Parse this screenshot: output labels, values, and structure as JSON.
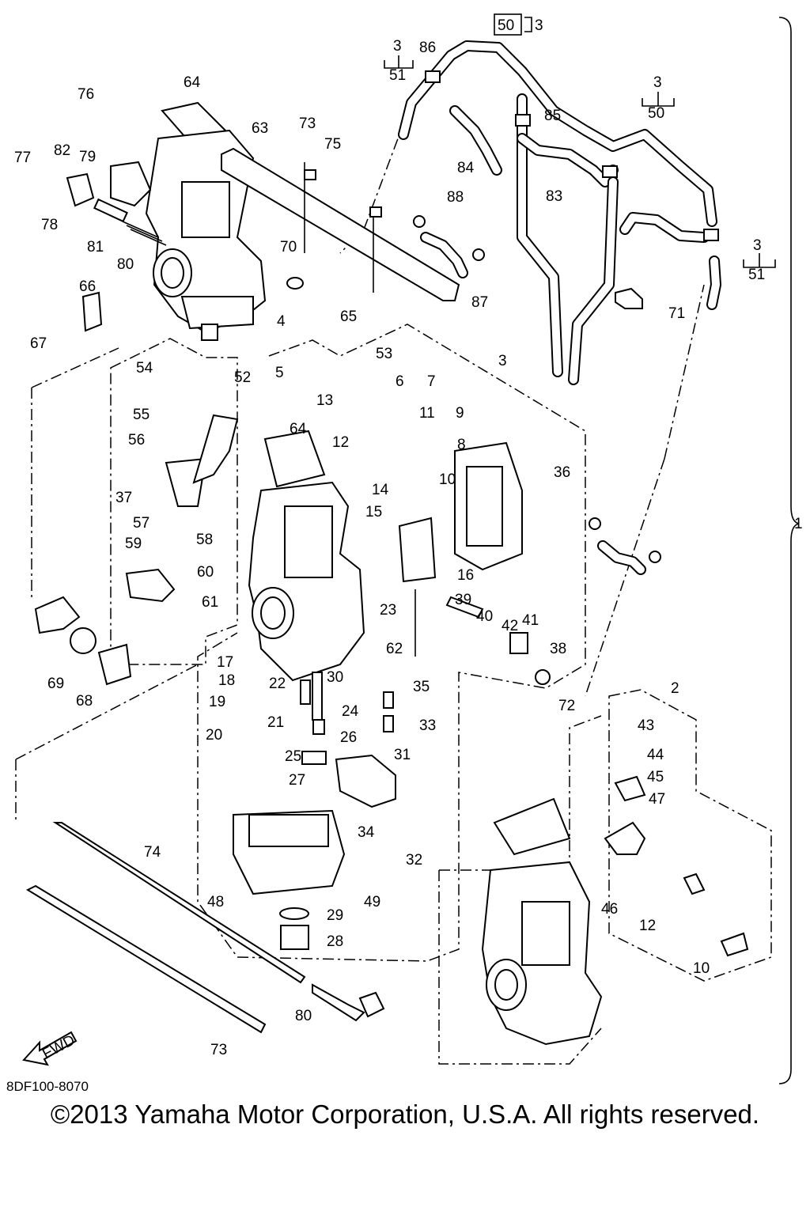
{
  "diagram": {
    "doc_code": "8DF100-8070",
    "copyright": "©2013 Yamaha Motor Corporation, U.S.A. All rights reserved.",
    "fwd_label": "FWD",
    "assembly_label": "1",
    "group_labels": [
      {
        "id": "g50a",
        "text": "50",
        "suffix": "3"
      },
      {
        "id": "g51a",
        "text": "51",
        "top": "3"
      },
      {
        "id": "g50b",
        "text": "50",
        "top": "3"
      },
      {
        "id": "g51b",
        "text": "51",
        "top": "3"
      }
    ],
    "callouts": [
      "86",
      "64",
      "76",
      "63",
      "73",
      "75",
      "77",
      "82",
      "79",
      "78",
      "81",
      "80",
      "70",
      "66",
      "4",
      "67",
      "84",
      "85",
      "83",
      "88",
      "87",
      "71",
      "65",
      "53",
      "5",
      "6",
      "7",
      "54",
      "52",
      "13",
      "11",
      "9",
      "3",
      "55",
      "64",
      "12",
      "56",
      "8",
      "37",
      "10",
      "14",
      "15",
      "36",
      "57",
      "58",
      "59",
      "60",
      "61",
      "16",
      "23",
      "39",
      "40",
      "42",
      "41",
      "38",
      "17",
      "18",
      "19",
      "20",
      "22",
      "21",
      "24",
      "26",
      "25",
      "27",
      "30",
      "62",
      "35",
      "33",
      "31",
      "34",
      "29",
      "28",
      "49",
      "48",
      "32",
      "2",
      "72",
      "43",
      "44",
      "45",
      "47",
      "46",
      "74",
      "69",
      "68",
      "80",
      "73",
      "12",
      "10"
    ]
  }
}
